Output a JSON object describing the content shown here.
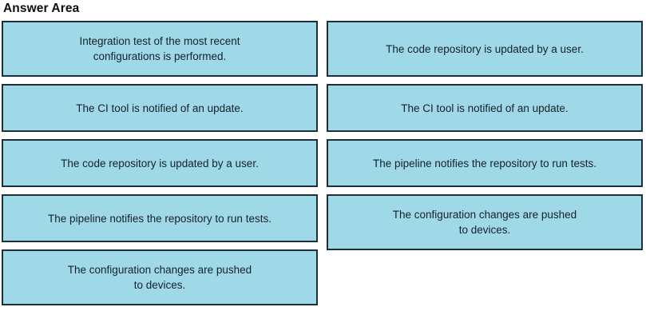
{
  "page": {
    "title": "Answer Area",
    "accent_fill": "#9fd9e8",
    "border_color": "#1d2f3c",
    "text_color": "#14202b",
    "background": "#ffffff"
  },
  "answer_area": {
    "left_column": [
      {
        "label": "Integration test of the most recent\nconfigurations is performed.",
        "lines": 2
      },
      {
        "label": "The CI tool is notified of an update.",
        "lines": 1
      },
      {
        "label": "The code repository is updated by a user.",
        "lines": 1
      },
      {
        "label": "The pipeline notifies the repository to run tests.",
        "lines": 1
      },
      {
        "label": "The configuration changes are pushed\nto devices.",
        "lines": 2
      }
    ],
    "right_column": [
      {
        "label": "The code repository is updated by a user.",
        "lines": 1
      },
      {
        "label": "The CI tool is notified of an update.",
        "lines": 1
      },
      {
        "label": "The pipeline notifies the repository to run tests.",
        "lines": 1
      },
      {
        "label": "The configuration changes are pushed\nto devices.",
        "lines": 2
      }
    ]
  }
}
